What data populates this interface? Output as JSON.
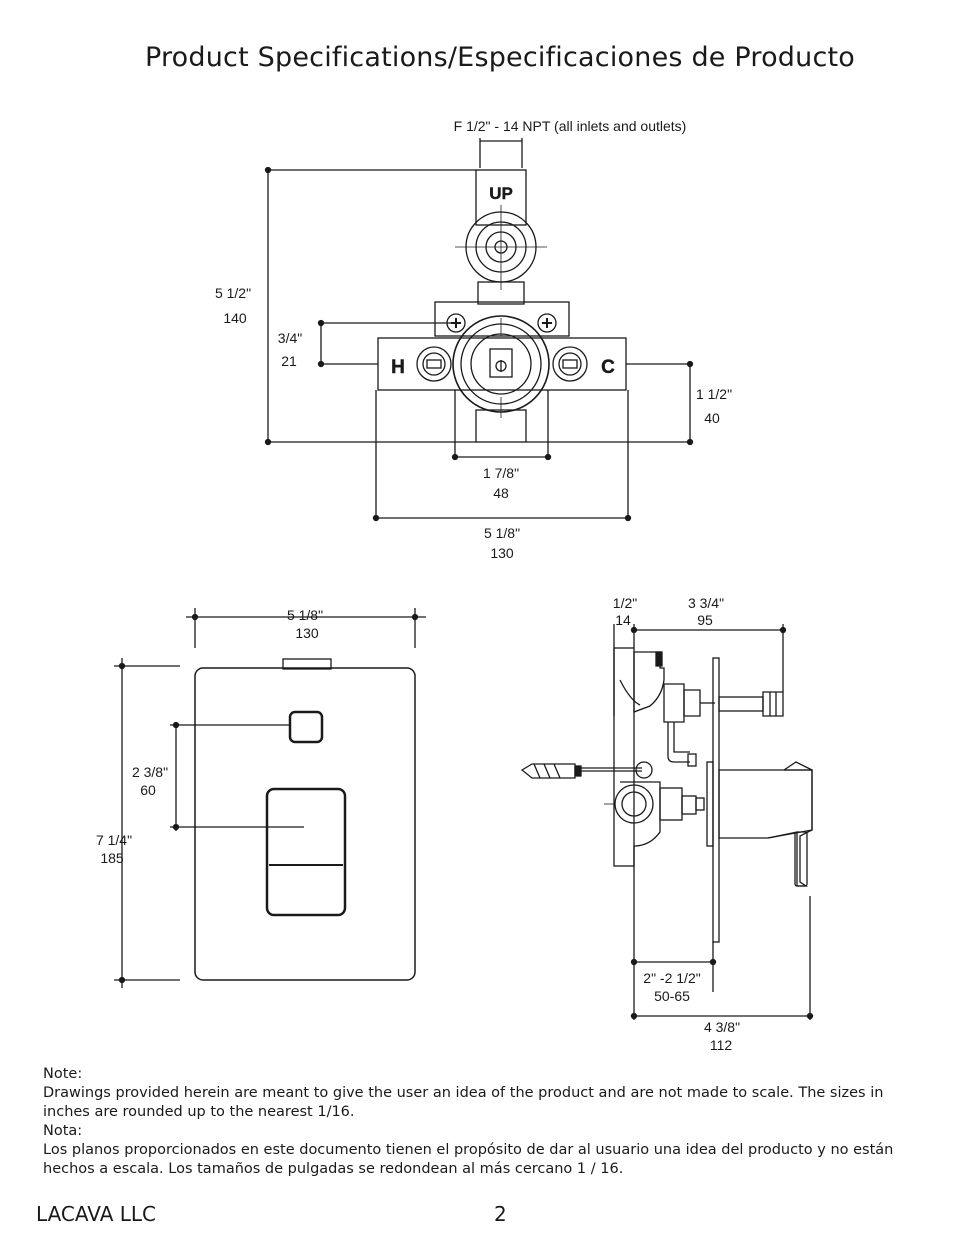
{
  "page": {
    "title": "Product Specifications/Especificaciones de Producto"
  },
  "top_view": {
    "connection_note": "F 1/2\" - 14 NPT (all inlets and outlets)",
    "port_up": "UP",
    "port_hot": "H",
    "port_cold": "C",
    "height": {
      "in": "5 1/2\"",
      "mm": "140"
    },
    "offset": {
      "in": "3/4\"",
      "mm": "21"
    },
    "bottom_offset": {
      "in": "1 1/2\"",
      "mm": "40"
    },
    "body_width": {
      "in": "1 7/8\"",
      "mm": "48"
    },
    "total_width": {
      "in": "5 1/8\"",
      "mm": "130"
    }
  },
  "front_view": {
    "plate_width": {
      "in": "5 1/8\"",
      "mm": "130"
    },
    "plate_height": {
      "in": "7 1/4\"",
      "mm": "185"
    },
    "handle_spacing": {
      "in": "2 3/8\"",
      "mm": "60"
    }
  },
  "side_view": {
    "wall_depth": {
      "in": "1/2\"",
      "mm": "14"
    },
    "projection": {
      "in": "3 3/4\"",
      "mm": "95"
    },
    "rough_in": {
      "in": "2\" -2 1/2\"",
      "mm": "50-65"
    },
    "total_depth": {
      "in": "4 3/8\"",
      "mm": "112"
    }
  },
  "note": {
    "heading_en": "Note:",
    "text_en": "Drawings provided herein are meant to give the user an idea of the product and are not made to scale. The sizes in inches are rounded up to the nearest 1/16.",
    "heading_es": "Nota:",
    "text_es": "Los planos proporcionados en este documento tienen el propósito de dar al usuario una idea del producto y no están hechos a escala. Los tamaños de pulgadas se redondean al más cercano 1 / 16."
  },
  "footer": {
    "company": "LACAVA LLC",
    "page_number": "2"
  }
}
